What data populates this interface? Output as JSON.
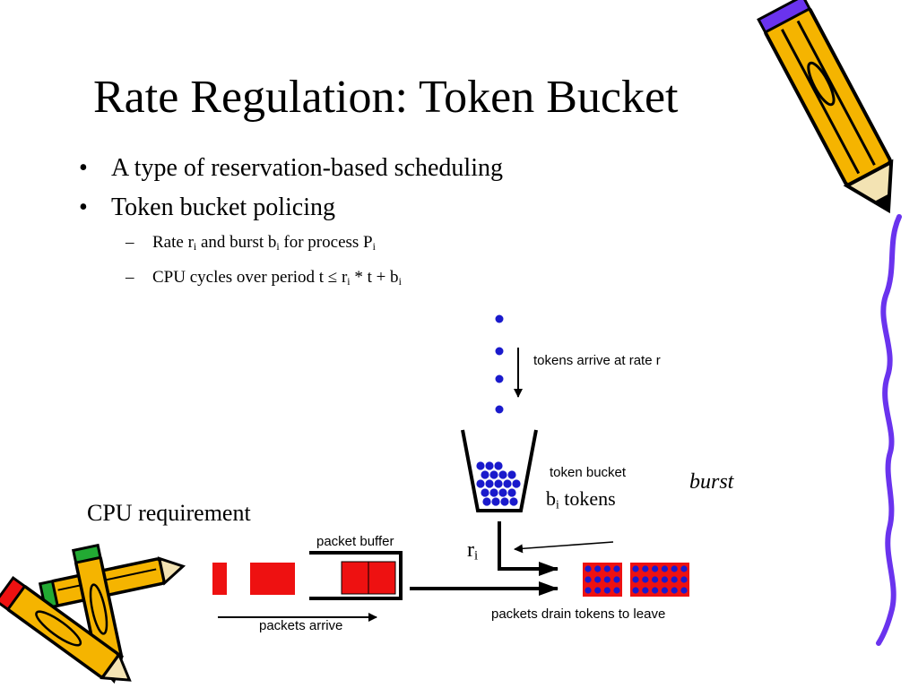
{
  "slide": {
    "title": "Rate Regulation: Token Bucket",
    "bullets": [
      {
        "text": "A type of reservation-based scheduling"
      },
      {
        "text": "Token bucket policing"
      }
    ],
    "sub_bullets": [
      {
        "parts": [
          "Rate r",
          "i",
          " and burst b",
          "i",
          " for process P",
          "i"
        ]
      },
      {
        "parts": [
          "CPU cycles over period t ≤ r",
          "i",
          " * t + b",
          "i"
        ]
      }
    ]
  },
  "diagram": {
    "tokens_arrive_label": "tokens arrive at rate r",
    "token_bucket_label": "token bucket",
    "bi_tokens": {
      "b": "b",
      "sub": "i",
      "rest": " tokens"
    },
    "burst_label": "burst",
    "cpu_requirement_label": "CPU requirement",
    "packet_buffer_label": "packet buffer",
    "ri_label": {
      "r": "r",
      "sub": "i"
    },
    "packets_arrive_label": "packets arrive",
    "packets_drain_label": "packets drain tokens to leave",
    "colors": {
      "token": "#1a1acc",
      "packet": "#ee1111",
      "pencil_body": "#f5b400",
      "pencil_outline": "#000000",
      "squiggle": "#6a33ee"
    }
  },
  "decorations": {
    "top_right": "pencil-icon",
    "bottom_left": "pencils-cluster-icon",
    "right_edge": "squiggle-line"
  }
}
